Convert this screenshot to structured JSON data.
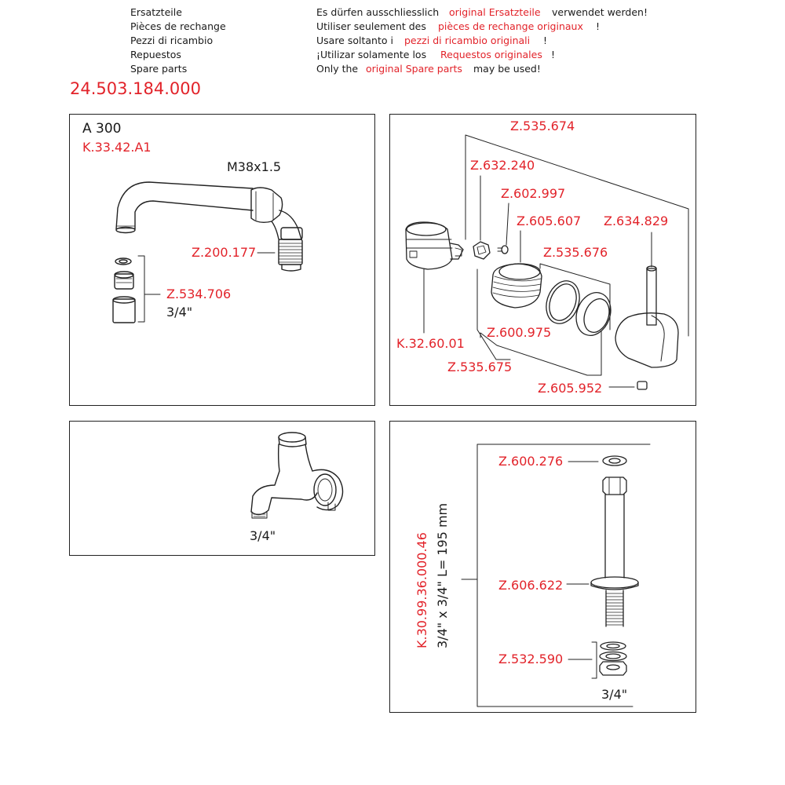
{
  "header": {
    "langs": [
      "Ersatzteile",
      "Pièces de rechange",
      "Pezzi di ricambio",
      "Repuestos",
      "Spare parts"
    ],
    "notes": [
      {
        "pre": "Es dürfen ausschliesslich",
        "red": "original Ersatzteile",
        "post": "verwendet werden!"
      },
      {
        "pre": "Utiliser seulement des",
        "red": "pièces de rechange originaux",
        "post": "!"
      },
      {
        "pre": "Usare soltanto i",
        "red": "pezzi di ricambio originali",
        "post": "!"
      },
      {
        "pre": "¡Utilizar solamente los",
        "red": "Requestos originales",
        "post": "!"
      },
      {
        "pre": "Only the",
        "red": "original Spare parts",
        "post": "may be used!"
      }
    ],
    "article_number": "24.503.184.000"
  },
  "panel1": {
    "model": "A 300",
    "kit": "K.33.42.A1",
    "thread": "M38x1.5",
    "part_a": "Z.200.177",
    "part_b": "Z.534.706",
    "size": "3/4\""
  },
  "panel2": {
    "parts": {
      "p535674": "Z.535.674",
      "p632240": "Z.632.240",
      "p602997": "Z.602.997",
      "p605607": "Z.605.607",
      "p634829": "Z.634.829",
      "p535676": "Z.535.676",
      "p600975": "Z.600.975",
      "k326001": "K.32.60.01",
      "p535675": "Z.535.675",
      "p605952": "Z.605.952"
    }
  },
  "panel3": {
    "size": "3/4\""
  },
  "panel4": {
    "p600276": "Z.600.276",
    "p606622": "Z.606.622",
    "p532590": "Z.532.590",
    "kit": "K.30.99.36.000.46",
    "spec": "3/4\" x 3/4\" L= 195 mm",
    "size": "3/4\""
  },
  "colors": {
    "accent_red": "#e2232a",
    "line": "#222222"
  }
}
